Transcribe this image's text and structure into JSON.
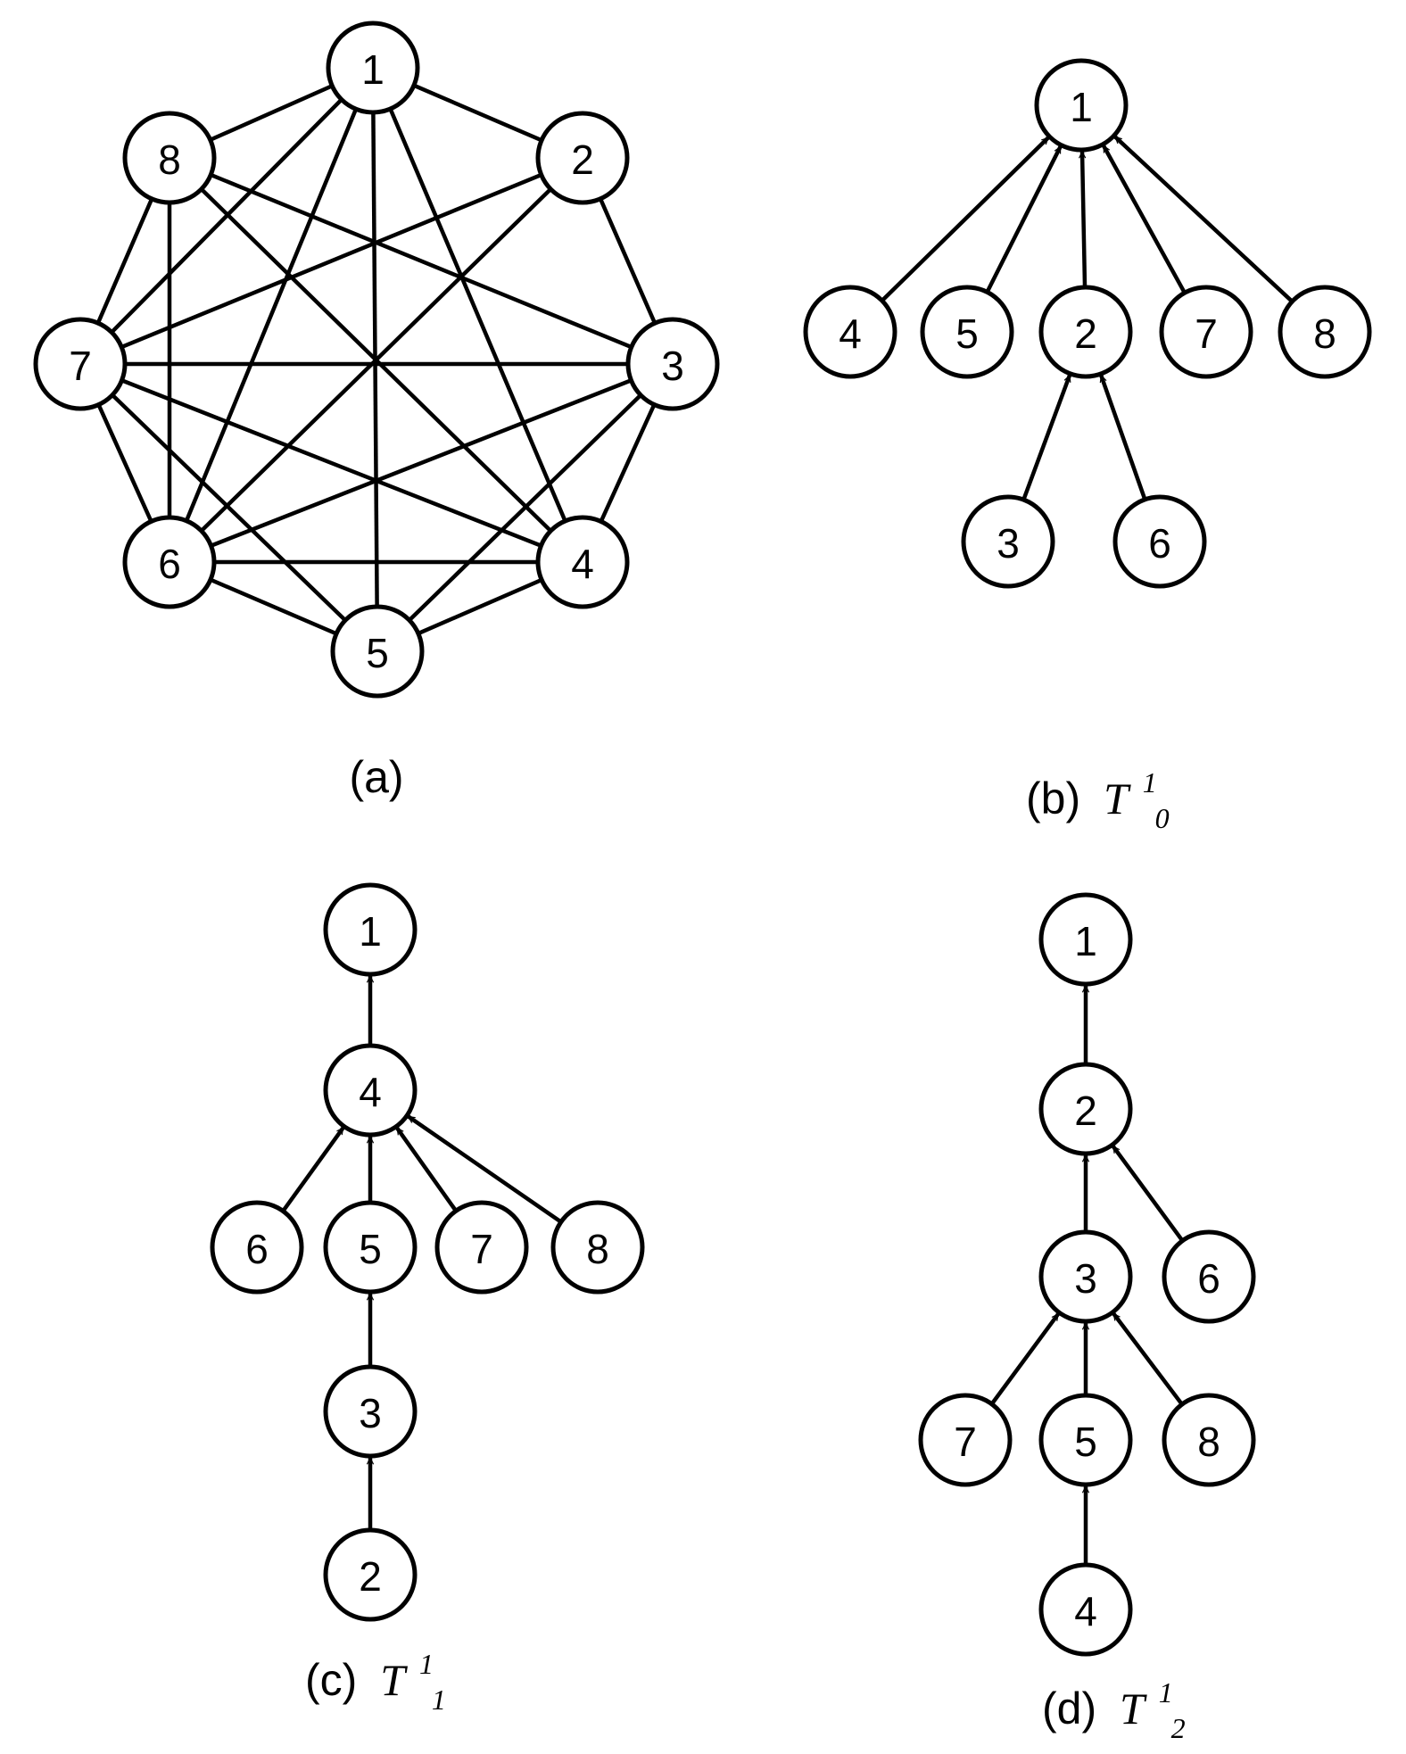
{
  "panels": [
    {
      "id": "a",
      "caption_label": "(a)",
      "caption_symbol": "",
      "caption_sub": "",
      "caption_sup": "",
      "directed": false,
      "nodes": [
        "1",
        "2",
        "3",
        "4",
        "5",
        "6",
        "7",
        "8"
      ],
      "edges": [
        [
          "1",
          "2"
        ],
        [
          "2",
          "3"
        ],
        [
          "3",
          "4"
        ],
        [
          "4",
          "5"
        ],
        [
          "5",
          "6"
        ],
        [
          "6",
          "7"
        ],
        [
          "7",
          "8"
        ],
        [
          "8",
          "1"
        ],
        [
          "1",
          "5"
        ],
        [
          "1",
          "6"
        ],
        [
          "1",
          "7"
        ],
        [
          "1",
          "4"
        ],
        [
          "2",
          "6"
        ],
        [
          "2",
          "7"
        ],
        [
          "3",
          "5"
        ],
        [
          "3",
          "6"
        ],
        [
          "3",
          "7"
        ],
        [
          "3",
          "8"
        ],
        [
          "4",
          "6"
        ],
        [
          "4",
          "7"
        ],
        [
          "4",
          "8"
        ],
        [
          "5",
          "7"
        ],
        [
          "6",
          "8"
        ]
      ]
    },
    {
      "id": "b",
      "caption_label": "(b)",
      "caption_symbol": "T",
      "caption_sub": "0",
      "caption_sup": "1",
      "directed": true,
      "nodes": [
        "1",
        "4",
        "5",
        "2",
        "7",
        "8",
        "3",
        "6"
      ],
      "edges": [
        [
          "4",
          "1"
        ],
        [
          "5",
          "1"
        ],
        [
          "2",
          "1"
        ],
        [
          "7",
          "1"
        ],
        [
          "8",
          "1"
        ],
        [
          "3",
          "2"
        ],
        [
          "6",
          "2"
        ]
      ]
    },
    {
      "id": "c",
      "caption_label": "(c)",
      "caption_symbol": "T",
      "caption_sub": "1",
      "caption_sup": "1",
      "directed": true,
      "nodes": [
        "1",
        "4",
        "6",
        "5",
        "7",
        "8",
        "3",
        "2"
      ],
      "edges": [
        [
          "4",
          "1"
        ],
        [
          "6",
          "4"
        ],
        [
          "5",
          "4"
        ],
        [
          "7",
          "4"
        ],
        [
          "8",
          "4"
        ],
        [
          "3",
          "5"
        ],
        [
          "2",
          "3"
        ]
      ]
    },
    {
      "id": "d",
      "caption_label": "(d)",
      "caption_symbol": "T",
      "caption_sub": "2",
      "caption_sup": "1",
      "directed": true,
      "nodes": [
        "1",
        "2",
        "3",
        "6",
        "7",
        "5",
        "8",
        "4"
      ],
      "edges": [
        [
          "2",
          "1"
        ],
        [
          "3",
          "2"
        ],
        [
          "6",
          "2"
        ],
        [
          "7",
          "3"
        ],
        [
          "5",
          "3"
        ],
        [
          "8",
          "3"
        ],
        [
          "4",
          "5"
        ]
      ]
    }
  ]
}
